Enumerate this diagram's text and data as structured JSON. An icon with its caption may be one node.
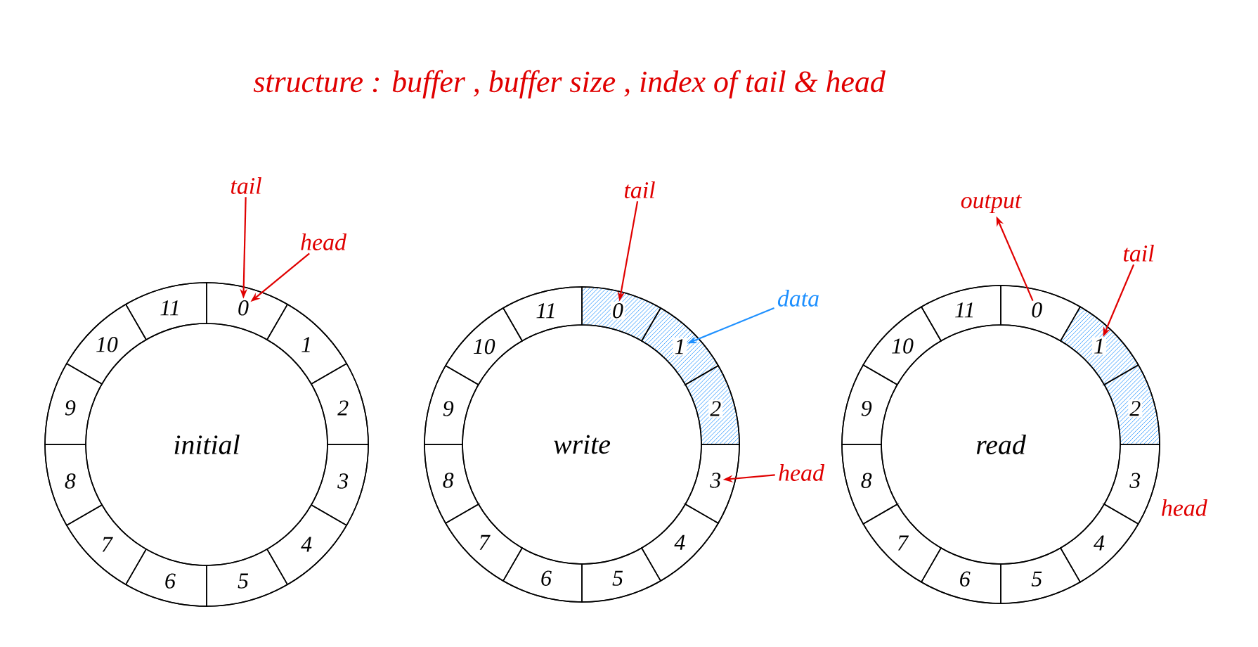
{
  "diagram": {
    "title": "structure : buffer , buffer size , index of tail & head",
    "nodes": [
      {
        "text": [
          "initial"
        ]
      },
      {
        "text": [
          "0"
        ],
        "in": 0
      },
      {
        "text": [
          "1"
        ],
        "in": 0
      },
      {
        "text": [
          "2"
        ],
        "in": 0
      },
      {
        "text": [
          "3"
        ],
        "in": 0
      },
      {
        "text": [
          "4"
        ],
        "in": 0
      },
      {
        "text": [
          "5"
        ],
        "in": 0
      },
      {
        "text": [
          "6"
        ],
        "in": 0
      },
      {
        "text": [
          "7"
        ],
        "in": 0
      },
      {
        "text": [
          "8"
        ],
        "in": 0
      },
      {
        "text": [
          "9"
        ],
        "in": 0
      },
      {
        "text": [
          "10"
        ],
        "in": 0
      },
      {
        "text": [
          "11"
        ],
        "in": 0
      },
      {
        "text": [
          "tail"
        ]
      },
      {
        "text": [
          "head"
        ]
      },
      {
        "text": [
          "write"
        ]
      },
      {
        "text": [
          "0"
        ],
        "in": 15
      },
      {
        "text": [
          "1"
        ],
        "in": 15
      },
      {
        "text": [
          "2"
        ],
        "in": 15
      },
      {
        "text": [
          "3"
        ],
        "in": 15
      },
      {
        "text": [
          "4"
        ],
        "in": 15
      },
      {
        "text": [
          "5"
        ],
        "in": 15
      },
      {
        "text": [
          "6"
        ],
        "in": 15
      },
      {
        "text": [
          "7"
        ],
        "in": 15
      },
      {
        "text": [
          "8"
        ],
        "in": 15
      },
      {
        "text": [
          "9"
        ],
        "in": 15
      },
      {
        "text": [
          "10"
        ],
        "in": 15
      },
      {
        "text": [
          "11"
        ],
        "in": 15
      },
      {
        "text": [
          "tail"
        ]
      },
      {
        "text": [
          "data"
        ]
      },
      {
        "text": [
          "head"
        ]
      },
      {
        "text": [
          "read"
        ]
      },
      {
        "text": [
          "0"
        ],
        "in": 31
      },
      {
        "text": [
          "1"
        ],
        "in": 31
      },
      {
        "text": [
          "2"
        ],
        "in": 31
      },
      {
        "text": [
          "3"
        ],
        "in": 31,
        "beside": [
          "head"
        ]
      },
      {
        "text": [
          "4"
        ],
        "in": 31
      },
      {
        "text": [
          "5"
        ],
        "in": 31
      },
      {
        "text": [
          "6"
        ],
        "in": 31
      },
      {
        "text": [
          "7"
        ],
        "in": 31
      },
      {
        "text": [
          "8"
        ],
        "in": 31
      },
      {
        "text": [
          "9"
        ],
        "in": 31
      },
      {
        "text": [
          "10"
        ],
        "in": 31
      },
      {
        "text": [
          "11"
        ],
        "in": 31
      },
      {
        "text": [
          "output"
        ]
      },
      {
        "text": [
          "tail"
        ]
      }
    ],
    "edges": [
      {
        "from": 13,
        "to": 1,
        "arrow": "to"
      },
      {
        "from": 14,
        "to": 1,
        "arrow": "to"
      },
      {
        "from": 28,
        "to": 16,
        "arrow": "to"
      },
      {
        "from": 29,
        "to": 17,
        "arrow": "to",
        "color": "#1e90ff"
      },
      {
        "from": 30,
        "to": 19,
        "arrow": "to"
      },
      {
        "from": 32,
        "to": 44,
        "arrow": "to"
      },
      {
        "from": 45,
        "to": 33,
        "arrow": "to"
      }
    ]
  }
}
